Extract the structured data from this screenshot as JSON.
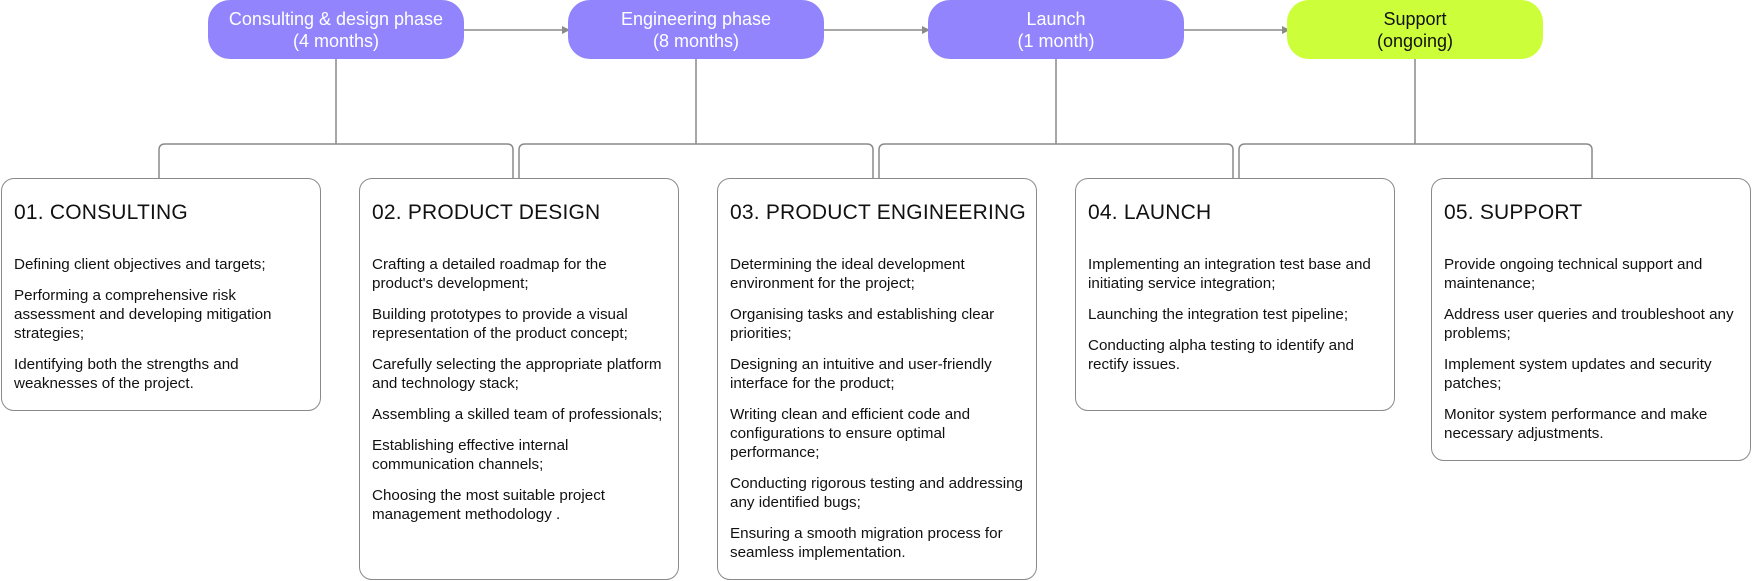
{
  "phases": [
    {
      "title": "Consulting & design phase",
      "duration": "(4 months)",
      "color": "#9184fd"
    },
    {
      "title": "Engineering phase",
      "duration": "(8 months)",
      "color": "#9184fd"
    },
    {
      "title": "Launch",
      "duration": "(1 month)",
      "color": "#9184fd"
    },
    {
      "title": "Support",
      "duration": "(ongoing)",
      "color": "#cdfe3a"
    }
  ],
  "stages": [
    {
      "title": "01. CONSULTING",
      "items": [
        "Defining client objectives and targets;",
        "Performing a comprehensive risk assessment and developing mitigation strategies;",
        "Identifying both the strengths and weaknesses of the project."
      ]
    },
    {
      "title": "02. PRODUCT DESIGN",
      "items": [
        "Crafting a detailed roadmap for the product's development;",
        "Building prototypes to provide a visual representation of the product concept;",
        "Carefully selecting the appropriate platform and technology stack;",
        "Assembling a skilled team of professionals;",
        "Establishing effective internal communication channels;",
        "Choosing the most suitable project management methodology ."
      ]
    },
    {
      "title": "03. PRODUCT ENGINEERING",
      "items": [
        "Determining the ideal development environment for the project;",
        "Organising tasks and establishing clear priorities;",
        "Designing an intuitive and user-friendly interface for the product;",
        "Writing clean and efficient code and configurations to ensure optimal performance;",
        "Conducting rigorous testing and addressing any identified bugs;",
        "Ensuring a smooth migration process for seamless implementation."
      ]
    },
    {
      "title": "04. LAUNCH",
      "items": [
        "Implementing an integration test base and initiating service integration;",
        "Launching the integration test pipeline;",
        "Conducting alpha testing to identify and rectify issues."
      ]
    },
    {
      "title": "05. SUPPORT",
      "items": [
        "Provide ongoing technical support and maintenance;",
        "Address user queries and troubleshoot any problems;",
        "Implement system updates and security patches;",
        "Monitor system performance and make necessary adjustments."
      ]
    }
  ]
}
